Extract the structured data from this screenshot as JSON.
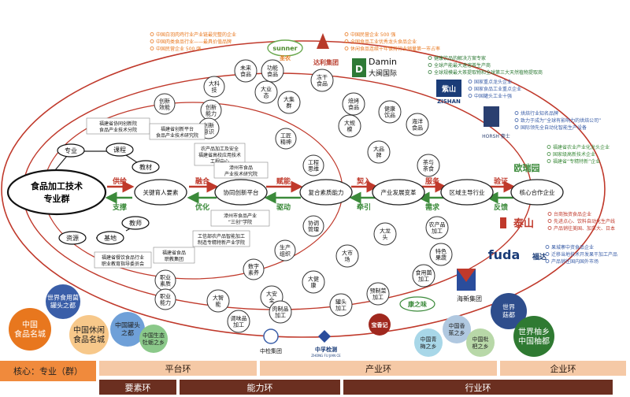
{
  "center_title": [
    "食品加工技术",
    "专业群"
  ],
  "flow": {
    "nodes": [
      "关键育人要素",
      "协同创新平台",
      "复合素质能力",
      "产业发展变革",
      "区域主导行业",
      "核心合作企业"
    ],
    "forward": [
      "供给",
      "融合",
      "赋能",
      "契入",
      "服务",
      "验证"
    ],
    "backward": [
      "支撑",
      "优化",
      "驱动",
      "牵引",
      "需求",
      "反馈"
    ]
  },
  "elements": [
    "专业",
    "课程",
    "教材",
    "教师",
    "基地",
    "资源"
  ],
  "innovation_bubbles": [
    "大科技",
    "创新效能",
    "创新能力",
    "创新意识",
    "工匠精神",
    "工程思维",
    "协调管理",
    "生产组织",
    "数字素养",
    "职业素质",
    "职业能力"
  ],
  "platform_notes": {
    "top": [
      "福建省协同创新院",
      "食品产业技术分院",
      "福建省创新平台",
      "食品产业技术研究院"
    ],
    "mid_top": [
      "农产品加工及安全",
      "福建省高校应用技术",
      "工程中心",
      "漳州市食品",
      "产业技术研究院"
    ],
    "mid_bottom": [
      "漳州市食品产业",
      "“三创”学院"
    ],
    "low": [
      "工信部农产品智能加工",
      "制造专精特新产业学院",
      "福建省食品",
      "职教集团",
      "福建省餐饮食品行业",
      "职业教育指导委员会"
    ]
  },
  "industry_bubbles": [
    "未来食品",
    "功能食品",
    "冻干食品",
    "大业态",
    "大集群",
    "焙烤食品",
    "健康饮品",
    "大规模",
    "海洋食品",
    "大品牌",
    "茶与茶食",
    "大龙头",
    "大市场",
    "大健康",
    "特色果蔬",
    "农产品加工",
    "大安全",
    "大智能",
    "食用菌加工",
    "预制菜加工",
    "罐头加工",
    "肉制品加工",
    "调味品加工"
  ],
  "companies": {
    "sunner": {
      "logo": "sunner",
      "sub": "圣农",
      "notes": [
        "中国白羽肉鸡行业产业链最完整的企业",
        "中国肉类食品行业——最具价值品牌",
        "中国民营企业 500 强"
      ]
    },
    "dali": {
      "name": "达利集团",
      "notes": [
        "中国民营企业 500 强",
        "全国食品工业优秀龙头食品企业",
        "休闲食品连续十年保持行业销量第一市占率"
      ]
    },
    "damin": {
      "logo": "Damin",
      "sub": "大闽国际",
      "notes": [
        "健康饮品的解决方案专家",
        "全球产能最大速溶茶生产商",
        "全球规模最大茶提取物和全球第三大天然植物提取商"
      ]
    },
    "zishan": {
      "logo": "ZISHAN",
      "notes": [
        "国家重点龙头企业",
        "国家食品工业重点企业",
        "中国罐头工业十强"
      ]
    },
    "horsh": {
      "logo": "HORSH",
      "sub": "豪士",
      "notes": [
        "烘焙行业知名品牌",
        "致力于成为“全球有影响力的烘焙公司”",
        "国际领先全自动化智能生产设备"
      ]
    },
    "ouruiyuan": {
      "logo": "欧瑞园",
      "notes": [
        "福建省农业产业化龙头企业",
        "国家级高新技术企业",
        "福建省“专精特新”企业"
      ]
    },
    "taishan": {
      "logo": "泰山",
      "notes": [
        "台商独资食品企业",
        "先进点心、饮料自动化生产线",
        "产品销往美国、加拿大、日本"
      ]
    },
    "fuda": {
      "logo": "fuda",
      "sub": "福达",
      "notes": [
        "果城寨中资食品企业",
        "迁移当地技术开发果干加工产品",
        "产品销往国内国外市场"
      ]
    },
    "haixin": {
      "name": "海新集团"
    },
    "kangzhiwei": {
      "logo": "康之味"
    },
    "baomingji": {
      "logo": "宝香记"
    },
    "zhongjian": {
      "name": "中检集团"
    },
    "zhongfu": {
      "name": "中孚检测",
      "sub": "ZHONG FU JIAN CE"
    }
  },
  "honor_circles": [
    {
      "text": [
        "中国",
        "食品名城"
      ],
      "color": "#e8771e"
    },
    {
      "text": [
        "世界食用菌",
        "罐头之都"
      ],
      "color": "#3a5ea8"
    },
    {
      "text": [
        "中国休闲",
        "食品名城"
      ],
      "color": "#f7c88a"
    },
    {
      "text": [
        "中国罐头",
        "之都"
      ],
      "color": "#6fa0d8"
    },
    {
      "text": [
        "中国生态",
        "牡蛎之乡"
      ],
      "color": "#8bc98a"
    },
    {
      "text": [
        "中国香",
        "蕉之乡"
      ],
      "color": "#b0c8e0"
    },
    {
      "text": [
        "中国青",
        "梅之乡"
      ],
      "color": "#a8d7e8"
    },
    {
      "text": [
        "中国枇",
        "杷之乡"
      ],
      "color": "#b8d8a8"
    },
    {
      "text": [
        "世界",
        "菇都"
      ],
      "color": "#2e4d8c"
    },
    {
      "text": [
        "世界柚乡",
        "中国柚都"
      ],
      "color": "#2f7a32"
    }
  ],
  "bands": {
    "core": "核心：专业（群）",
    "platform": "平台环",
    "industry": "产业环",
    "enterprise": "企业环",
    "element": "要素环",
    "ability": "能力环",
    "trade": "行业环"
  },
  "colors": {
    "orange": "#e8771e",
    "blue": "#3a5ea8",
    "green": "#3b8a3a",
    "red": "#c0392b",
    "band_light": "#f5c9a6",
    "band_dark": "#6b2f20"
  }
}
